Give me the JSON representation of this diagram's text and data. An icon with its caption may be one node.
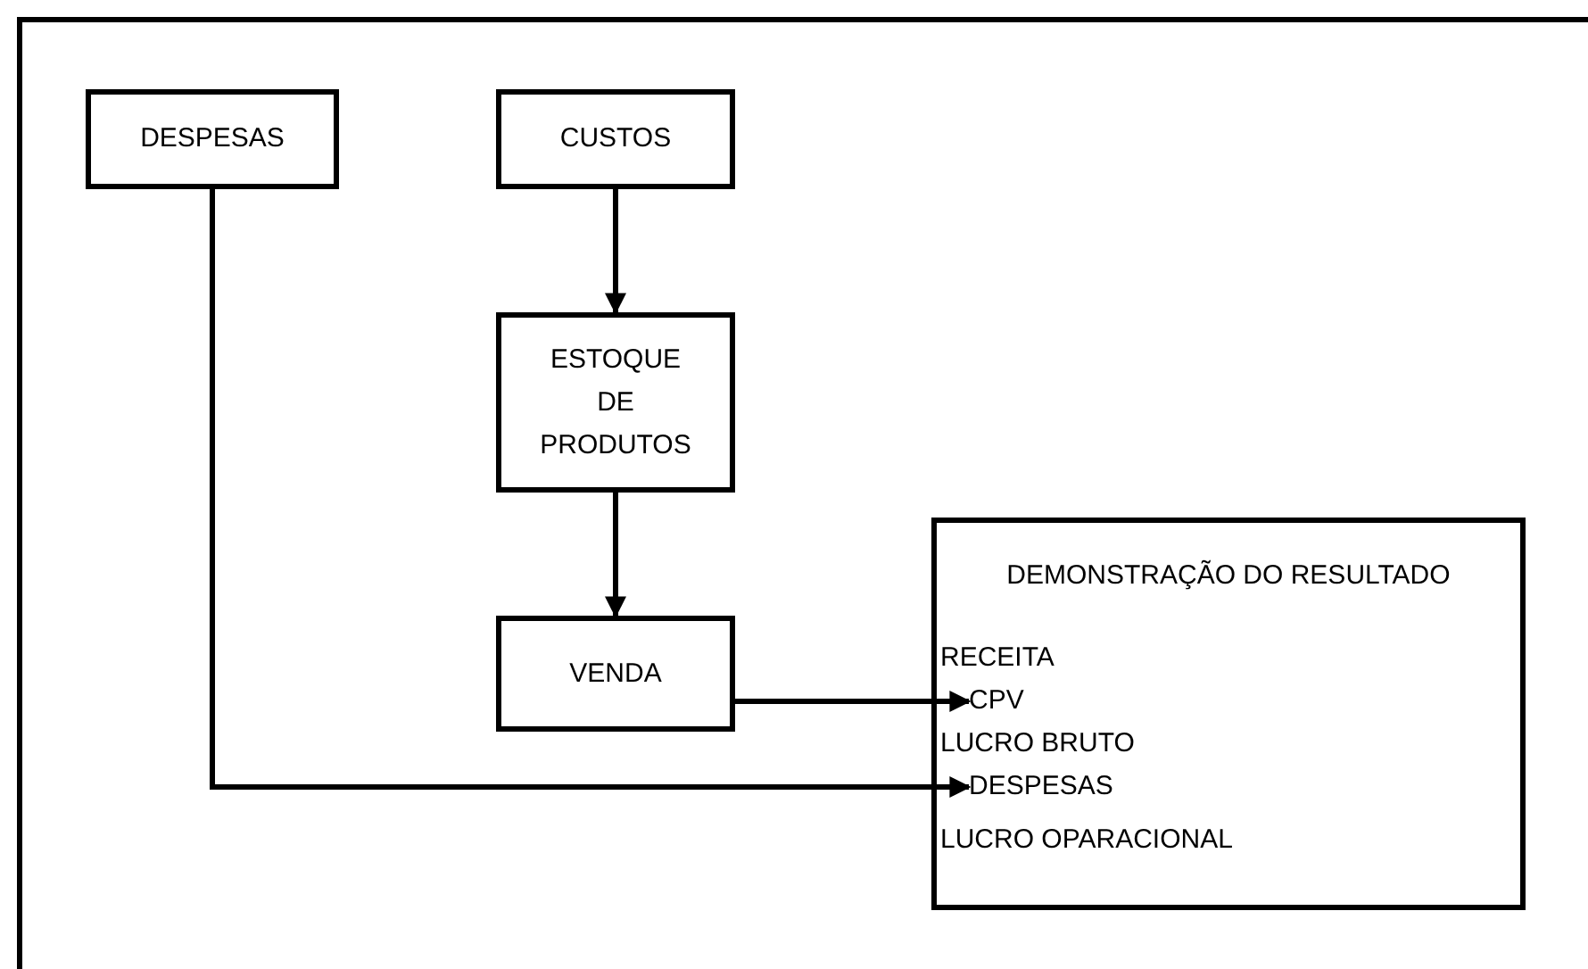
{
  "diagram": {
    "nodes": [
      {
        "text": [
          "DESPESAS"
        ]
      },
      {
        "text": [
          "CUSTOS"
        ]
      },
      {
        "text": [
          "ESTOQUE DE PRODUTOS"
        ]
      },
      {
        "text": [
          "VENDA"
        ]
      },
      {
        "text": [
          "DEMONSTRAÇÃO DO RESULTADO"
        ]
      },
      {
        "text": [
          "RECEITA"
        ],
        "in": 4
      },
      {
        "text": [
          "CPV"
        ],
        "in": 4
      },
      {
        "text": [
          "LUCRO BRUTO"
        ],
        "in": 4
      },
      {
        "text": [
          "DESPESAS"
        ],
        "in": 4
      },
      {
        "text": [
          "LUCRO OPARACIONAL"
        ],
        "in": 4
      }
    ],
    "edges": [
      {
        "from": 1,
        "to": 2,
        "arrow": "to"
      },
      {
        "from": 2,
        "to": 3,
        "arrow": "to"
      },
      {
        "from": 3,
        "to": 6,
        "arrow": "to"
      },
      {
        "from": 0,
        "to": 8,
        "arrow": "to"
      }
    ]
  }
}
